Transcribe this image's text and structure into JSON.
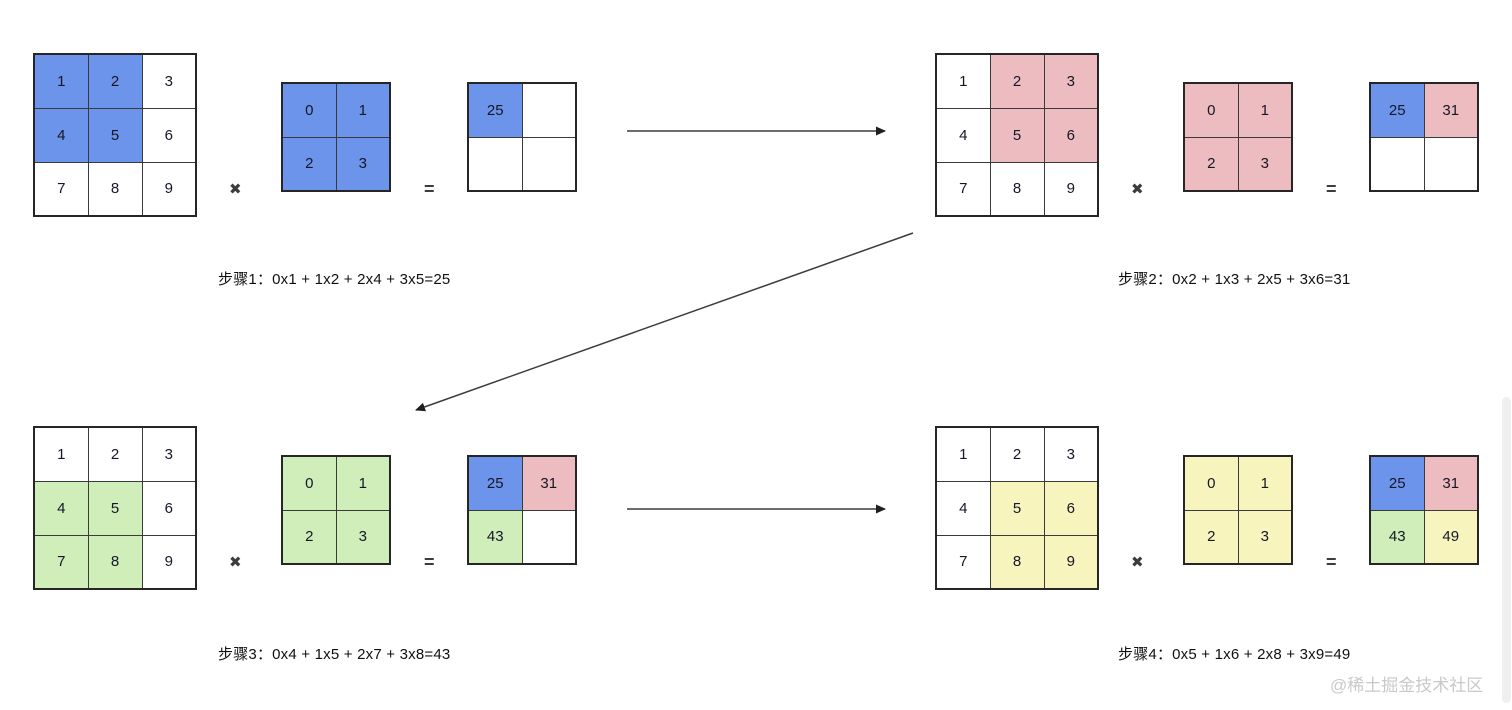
{
  "colors": {
    "blue": "#6b94ea",
    "pink": "#ecbcc0",
    "green": "#cfeeba",
    "yellow": "#f7f4bd",
    "white": "#ffffff"
  },
  "operators": {
    "times": "✖",
    "equals": "="
  },
  "steps": [
    {
      "caption": "步骤1：0x1 + 1x2 + 2x4 + 3x5=25",
      "matrix": {
        "values": [
          [
            "1",
            "2",
            "3"
          ],
          [
            "4",
            "5",
            "6"
          ],
          [
            "7",
            "8",
            "9"
          ]
        ],
        "cell_colors": [
          [
            "blue",
            "blue",
            "white"
          ],
          [
            "blue",
            "blue",
            "white"
          ],
          [
            "white",
            "white",
            "white"
          ]
        ]
      },
      "kernel": {
        "values": [
          [
            "0",
            "1"
          ],
          [
            "2",
            "3"
          ]
        ],
        "cell_colors": [
          [
            "blue",
            "blue"
          ],
          [
            "blue",
            "blue"
          ]
        ]
      },
      "result": {
        "values": [
          [
            "25",
            ""
          ],
          [
            "",
            ""
          ]
        ],
        "cell_colors": [
          [
            "blue",
            "white"
          ],
          [
            "white",
            "white"
          ]
        ]
      }
    },
    {
      "caption": "步骤2：0x2 + 1x3 + 2x5 + 3x6=31",
      "matrix": {
        "values": [
          [
            "1",
            "2",
            "3"
          ],
          [
            "4",
            "5",
            "6"
          ],
          [
            "7",
            "8",
            "9"
          ]
        ],
        "cell_colors": [
          [
            "white",
            "pink",
            "pink"
          ],
          [
            "white",
            "pink",
            "pink"
          ],
          [
            "white",
            "white",
            "white"
          ]
        ]
      },
      "kernel": {
        "values": [
          [
            "0",
            "1"
          ],
          [
            "2",
            "3"
          ]
        ],
        "cell_colors": [
          [
            "pink",
            "pink"
          ],
          [
            "pink",
            "pink"
          ]
        ]
      },
      "result": {
        "values": [
          [
            "25",
            "31"
          ],
          [
            "",
            ""
          ]
        ],
        "cell_colors": [
          [
            "blue",
            "pink"
          ],
          [
            "white",
            "white"
          ]
        ]
      }
    },
    {
      "caption": "步骤3：0x4 + 1x5 + 2x7 + 3x8=43",
      "matrix": {
        "values": [
          [
            "1",
            "2",
            "3"
          ],
          [
            "4",
            "5",
            "6"
          ],
          [
            "7",
            "8",
            "9"
          ]
        ],
        "cell_colors": [
          [
            "white",
            "white",
            "white"
          ],
          [
            "green",
            "green",
            "white"
          ],
          [
            "green",
            "green",
            "white"
          ]
        ]
      },
      "kernel": {
        "values": [
          [
            "0",
            "1"
          ],
          [
            "2",
            "3"
          ]
        ],
        "cell_colors": [
          [
            "green",
            "green"
          ],
          [
            "green",
            "green"
          ]
        ]
      },
      "result": {
        "values": [
          [
            "25",
            "31"
          ],
          [
            "43",
            ""
          ]
        ],
        "cell_colors": [
          [
            "blue",
            "pink"
          ],
          [
            "green",
            "white"
          ]
        ]
      }
    },
    {
      "caption": "步骤4：0x5 + 1x6 + 2x8 + 3x9=49",
      "matrix": {
        "values": [
          [
            "1",
            "2",
            "3"
          ],
          [
            "4",
            "5",
            "6"
          ],
          [
            "7",
            "8",
            "9"
          ]
        ],
        "cell_colors": [
          [
            "white",
            "white",
            "white"
          ],
          [
            "white",
            "yellow",
            "yellow"
          ],
          [
            "white",
            "yellow",
            "yellow"
          ]
        ]
      },
      "kernel": {
        "values": [
          [
            "0",
            "1"
          ],
          [
            "2",
            "3"
          ]
        ],
        "cell_colors": [
          [
            "yellow",
            "yellow"
          ],
          [
            "yellow",
            "yellow"
          ]
        ]
      },
      "result": {
        "values": [
          [
            "25",
            "31"
          ],
          [
            "43",
            "49"
          ]
        ],
        "cell_colors": [
          [
            "blue",
            "pink"
          ],
          [
            "green",
            "yellow"
          ]
        ]
      }
    }
  ],
  "watermark": "@稀土掘金技术社区"
}
